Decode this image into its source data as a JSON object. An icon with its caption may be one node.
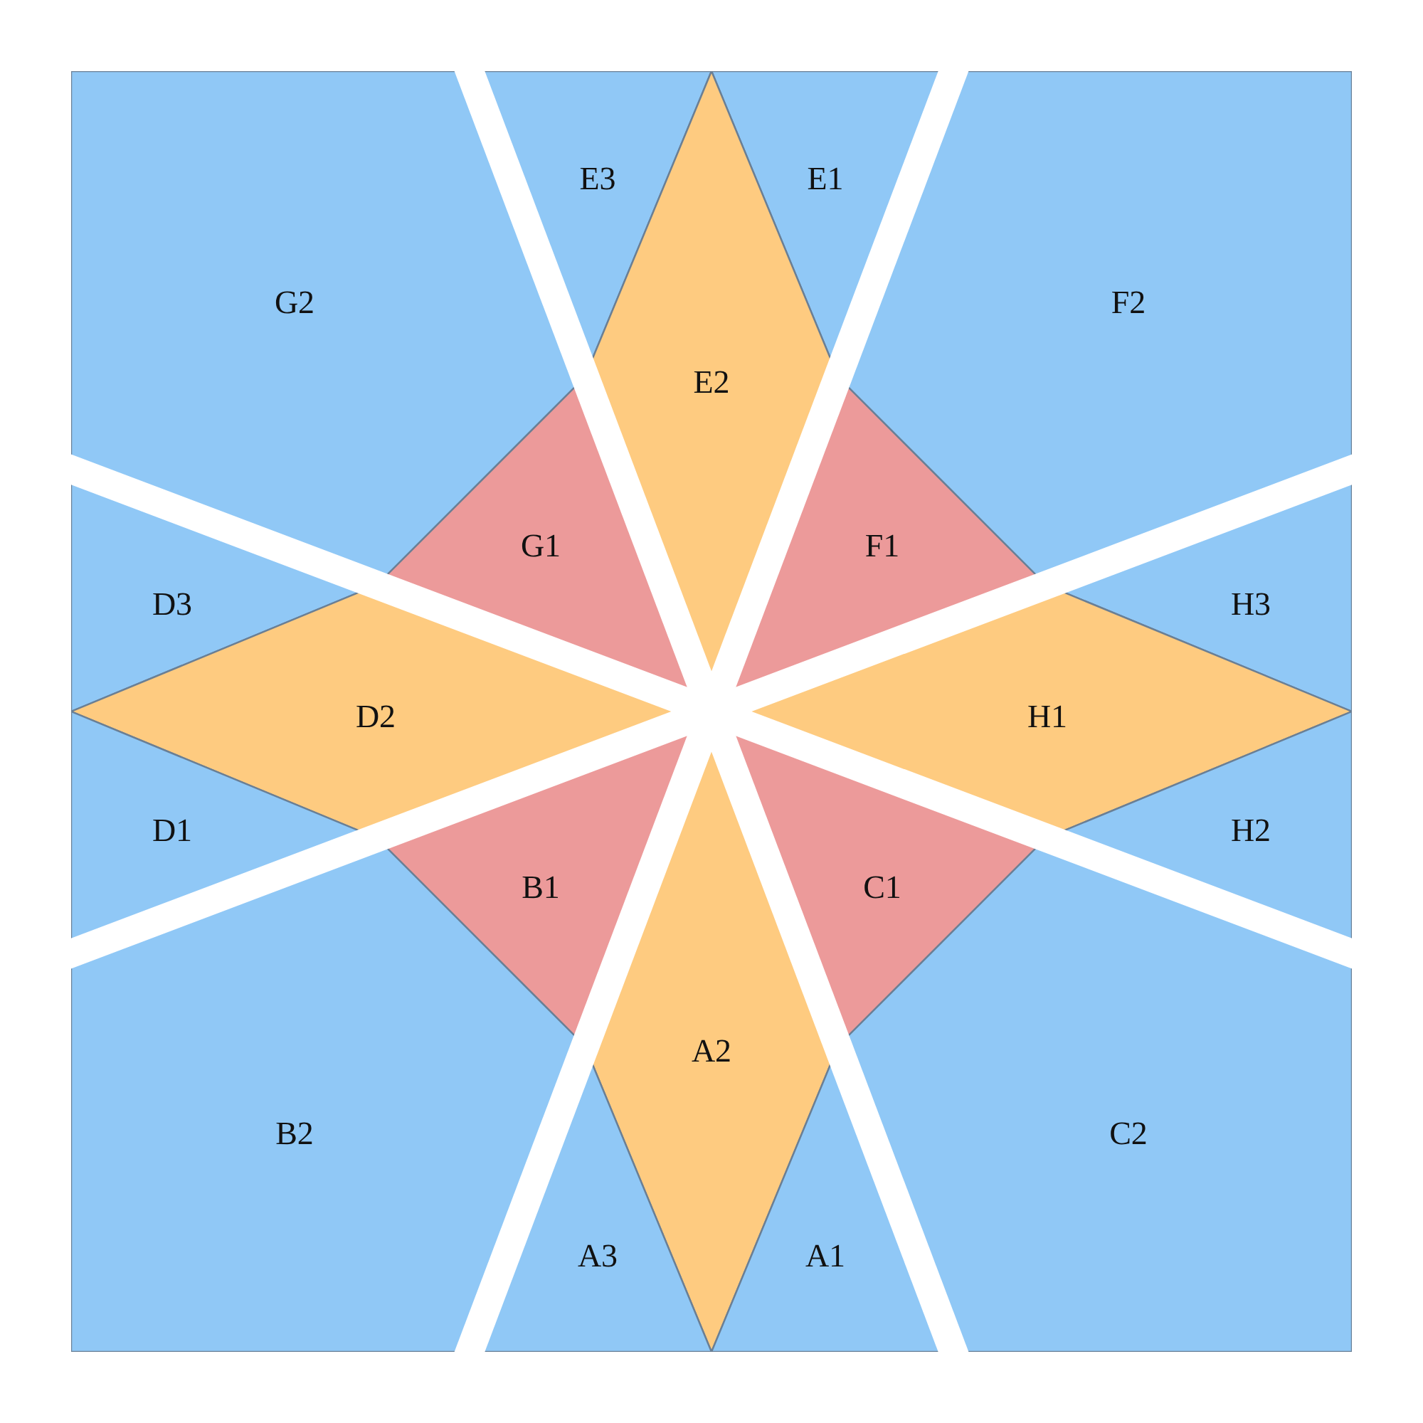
{
  "diagram": {
    "nodes": [
      {
        "text": [
          "E3"
        ]
      },
      {
        "text": [
          "E1"
        ]
      },
      {
        "text": [
          "G2"
        ]
      },
      {
        "text": [
          "F2"
        ]
      },
      {
        "text": [
          "E2"
        ]
      },
      {
        "text": [
          "G1"
        ]
      },
      {
        "text": [
          "F1"
        ]
      },
      {
        "text": [
          "D3"
        ]
      },
      {
        "text": [
          "H3"
        ]
      },
      {
        "text": [
          "D2"
        ]
      },
      {
        "text": [
          "H1"
        ]
      },
      {
        "text": [
          "D1"
        ]
      },
      {
        "text": [
          "H2"
        ]
      },
      {
        "text": [
          "B1"
        ]
      },
      {
        "text": [
          "C1"
        ]
      },
      {
        "text": [
          "A2"
        ]
      },
      {
        "text": [
          "B2"
        ]
      },
      {
        "text": [
          "C2"
        ]
      },
      {
        "text": [
          "A3"
        ]
      },
      {
        "text": [
          "A1"
        ]
      }
    ]
  }
}
